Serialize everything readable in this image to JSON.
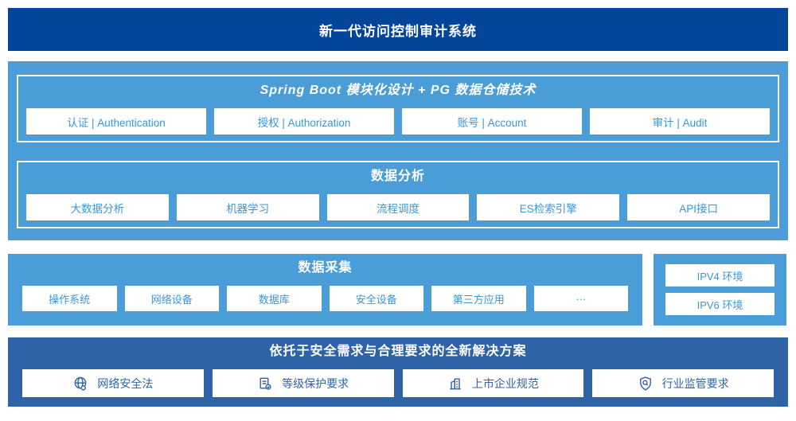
{
  "banner": {
    "title": "新一代访问控制审计系统"
  },
  "platform": {
    "modules": {
      "title": "Spring Boot 模块化设计 + PG 数据仓储技术",
      "items": [
        "认证 | Authentication",
        "授权 | Authorization",
        "账号 | Account",
        "审计 | Audit"
      ]
    },
    "analysis": {
      "title": "数据分析",
      "items": [
        "大数据分析",
        "机器学习",
        "流程调度",
        "ES检索引擎",
        "API接口"
      ]
    }
  },
  "collection": {
    "title": "数据采集",
    "items": [
      "操作系统",
      "网络设备",
      "数据库",
      "安全设备",
      "第三方应用",
      "···"
    ]
  },
  "environment": {
    "items": [
      "IPV4 环境",
      "IPV6 环境"
    ]
  },
  "solution": {
    "title": "依托于安全需求与合理要求的全新解决方案",
    "items": [
      {
        "icon": "globe-icon",
        "label": "网络安全法"
      },
      {
        "icon": "document-check-icon",
        "label": "等级保护要求"
      },
      {
        "icon": "building-icon",
        "label": "上市企业规范"
      },
      {
        "icon": "shield-search-icon",
        "label": "行业监管要求"
      }
    ]
  },
  "colors": {
    "banner_bg": "#04459c",
    "section_bg": "#4a9dd7",
    "solution_bg": "#2f63a8",
    "button_text_blue": "#3d96d5",
    "solution_text_blue": "#2f63a8",
    "button_bg": "#ffffff"
  }
}
